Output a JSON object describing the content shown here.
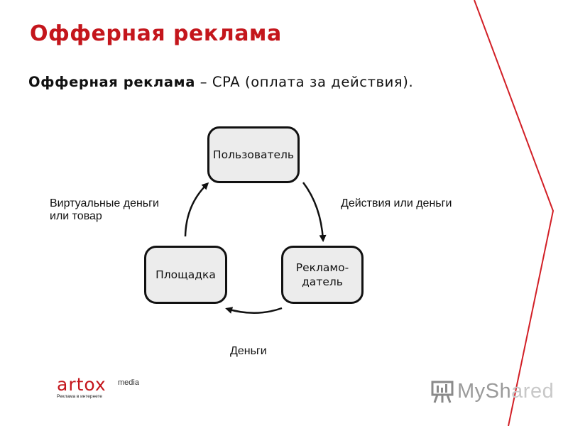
{
  "slide": {
    "title": "Офферная реклама",
    "subtitle_bold": "Офферная реклама",
    "subtitle_rest": " – CPA (оплата за действия)."
  },
  "diagram": {
    "nodes": {
      "user": "Пользователь",
      "advertiser_line1": "Рекламо-",
      "advertiser_line2": "датель",
      "platform": "Площадка"
    },
    "edges": {
      "user_to_advertiser": "Действия или деньги",
      "advertiser_to_platform": "Деньги",
      "platform_to_user_line1": "Виртуальные деньги",
      "platform_to_user_line2": "или товар"
    }
  },
  "branding": {
    "artox_main": "artox",
    "artox_sub": "media",
    "artox_tagline": "Реклама в интернете",
    "myshared_a": "My",
    "myshared_b": "Sh",
    "myshared_c": "ared"
  },
  "colors": {
    "accent": "#c4161c",
    "node_fill": "#ececec",
    "node_border": "#111111"
  }
}
